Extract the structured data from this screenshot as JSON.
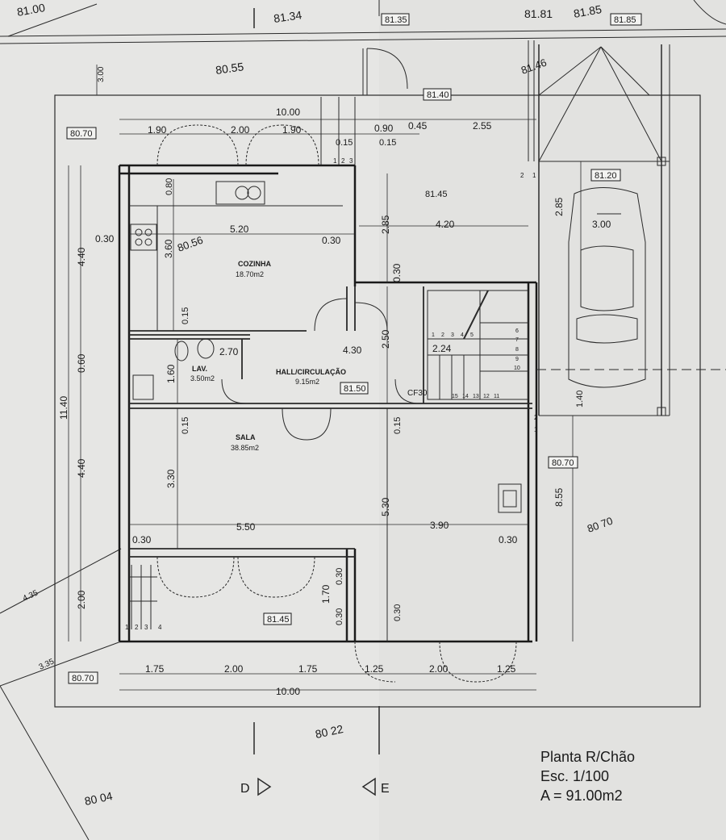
{
  "rooms": [
    {
      "id": "cozinha",
      "name": "COZINHA",
      "area": "18.70m2"
    },
    {
      "id": "lav",
      "name": "LAV.",
      "area": "3.50m2"
    },
    {
      "id": "hall",
      "name": "HALL/CIRCULAÇÃO",
      "area": "9.15m2"
    },
    {
      "id": "sala",
      "name": "SALA",
      "area": "38.85m2"
    }
  ],
  "elevations": {
    "top_left": "81.00",
    "top_mid": "81.34",
    "top_box": "81.35",
    "top_right_1": "81.81",
    "top_right_2": "81.85",
    "top_right_box": "81.85",
    "garage_top": "81.46",
    "terrace_box": "81.40",
    "terrace_left": "80.55",
    "left_box_top": "80.70",
    "kitchen_outside": "80.56",
    "patio_box": "81.45",
    "garage_box": "81.20",
    "hall_box": "81.50",
    "right_box": "80.70",
    "right_outside": "80 70",
    "front_box_lower": "81.45",
    "left_box_bottom": "80.70",
    "bottom_center": "80 22",
    "bottom_left": "80 04"
  },
  "dimensions": {
    "top_total": "10.00",
    "top_1": "1.90",
    "top_2": "2.00",
    "top_3": "1.90",
    "top_4": "0.90",
    "top_5": "0.45",
    "top_6": "2.55",
    "top_small_1": "0.15",
    "top_small_2": "0.15",
    "left_top": "3.00",
    "left_1": "4.40",
    "left_2": "0.60",
    "left_3": "4.40",
    "left_4": "2.00",
    "left_total": "11.40",
    "kitchen_w": "5.20",
    "kitchen_h": "3.60",
    "kitchen_small": "0.80",
    "kitchen_wall_l": "0.30",
    "kitchen_wall_r": "0.30",
    "kitchen_low": "0.15",
    "lav_w": "2.70",
    "lav_h": "1.60",
    "hall_w": "4.30",
    "hall_h": "2.50",
    "stair": "2.24",
    "stair_label": "CF30",
    "terrace_w": "4.20",
    "terrace_h": "2.85",
    "terrace_wall": "0.30",
    "garage_w": "3.00",
    "garage_h": "2.85",
    "sala_top_l": "0.15",
    "sala_top_r": "0.15",
    "sala_h": "3.30",
    "sala_right_h": "5.30",
    "sala_w1": "5.50",
    "sala_w2": "3.90",
    "sala_wall_l": "0.30",
    "sala_wall_r": "0.30",
    "porch_h": "1.70",
    "porch_wall_1": "0.30",
    "porch_wall_2": "0.30",
    "porch_wall_3": "0.30",
    "right_1": "1.40",
    "right_2": "8.55",
    "bottom_1": "1.75",
    "bottom_2": "2.00",
    "bottom_3": "1.75",
    "bottom_4": "1.25",
    "bottom_5": "2.00",
    "bottom_6": "1.25",
    "bottom_total": "10.00",
    "diag_1": "4.35",
    "diag_2": "3.35"
  },
  "steps": [
    "1",
    "2",
    "3",
    "4",
    "5",
    "6",
    "7",
    "8",
    "9",
    "10",
    "11",
    "12",
    "13",
    "14",
    "15"
  ],
  "porch_steps": [
    "1",
    "2",
    "3",
    "4"
  ],
  "top_steps": [
    "1",
    "2",
    "3"
  ],
  "small_marks": [
    "2",
    "1",
    "2",
    "1"
  ],
  "section_marks": {
    "d": "D",
    "e": "E"
  },
  "title": {
    "line1": "Planta R/Chão",
    "line2": "Esc. 1/100",
    "line3": "A = 91.00m2"
  }
}
